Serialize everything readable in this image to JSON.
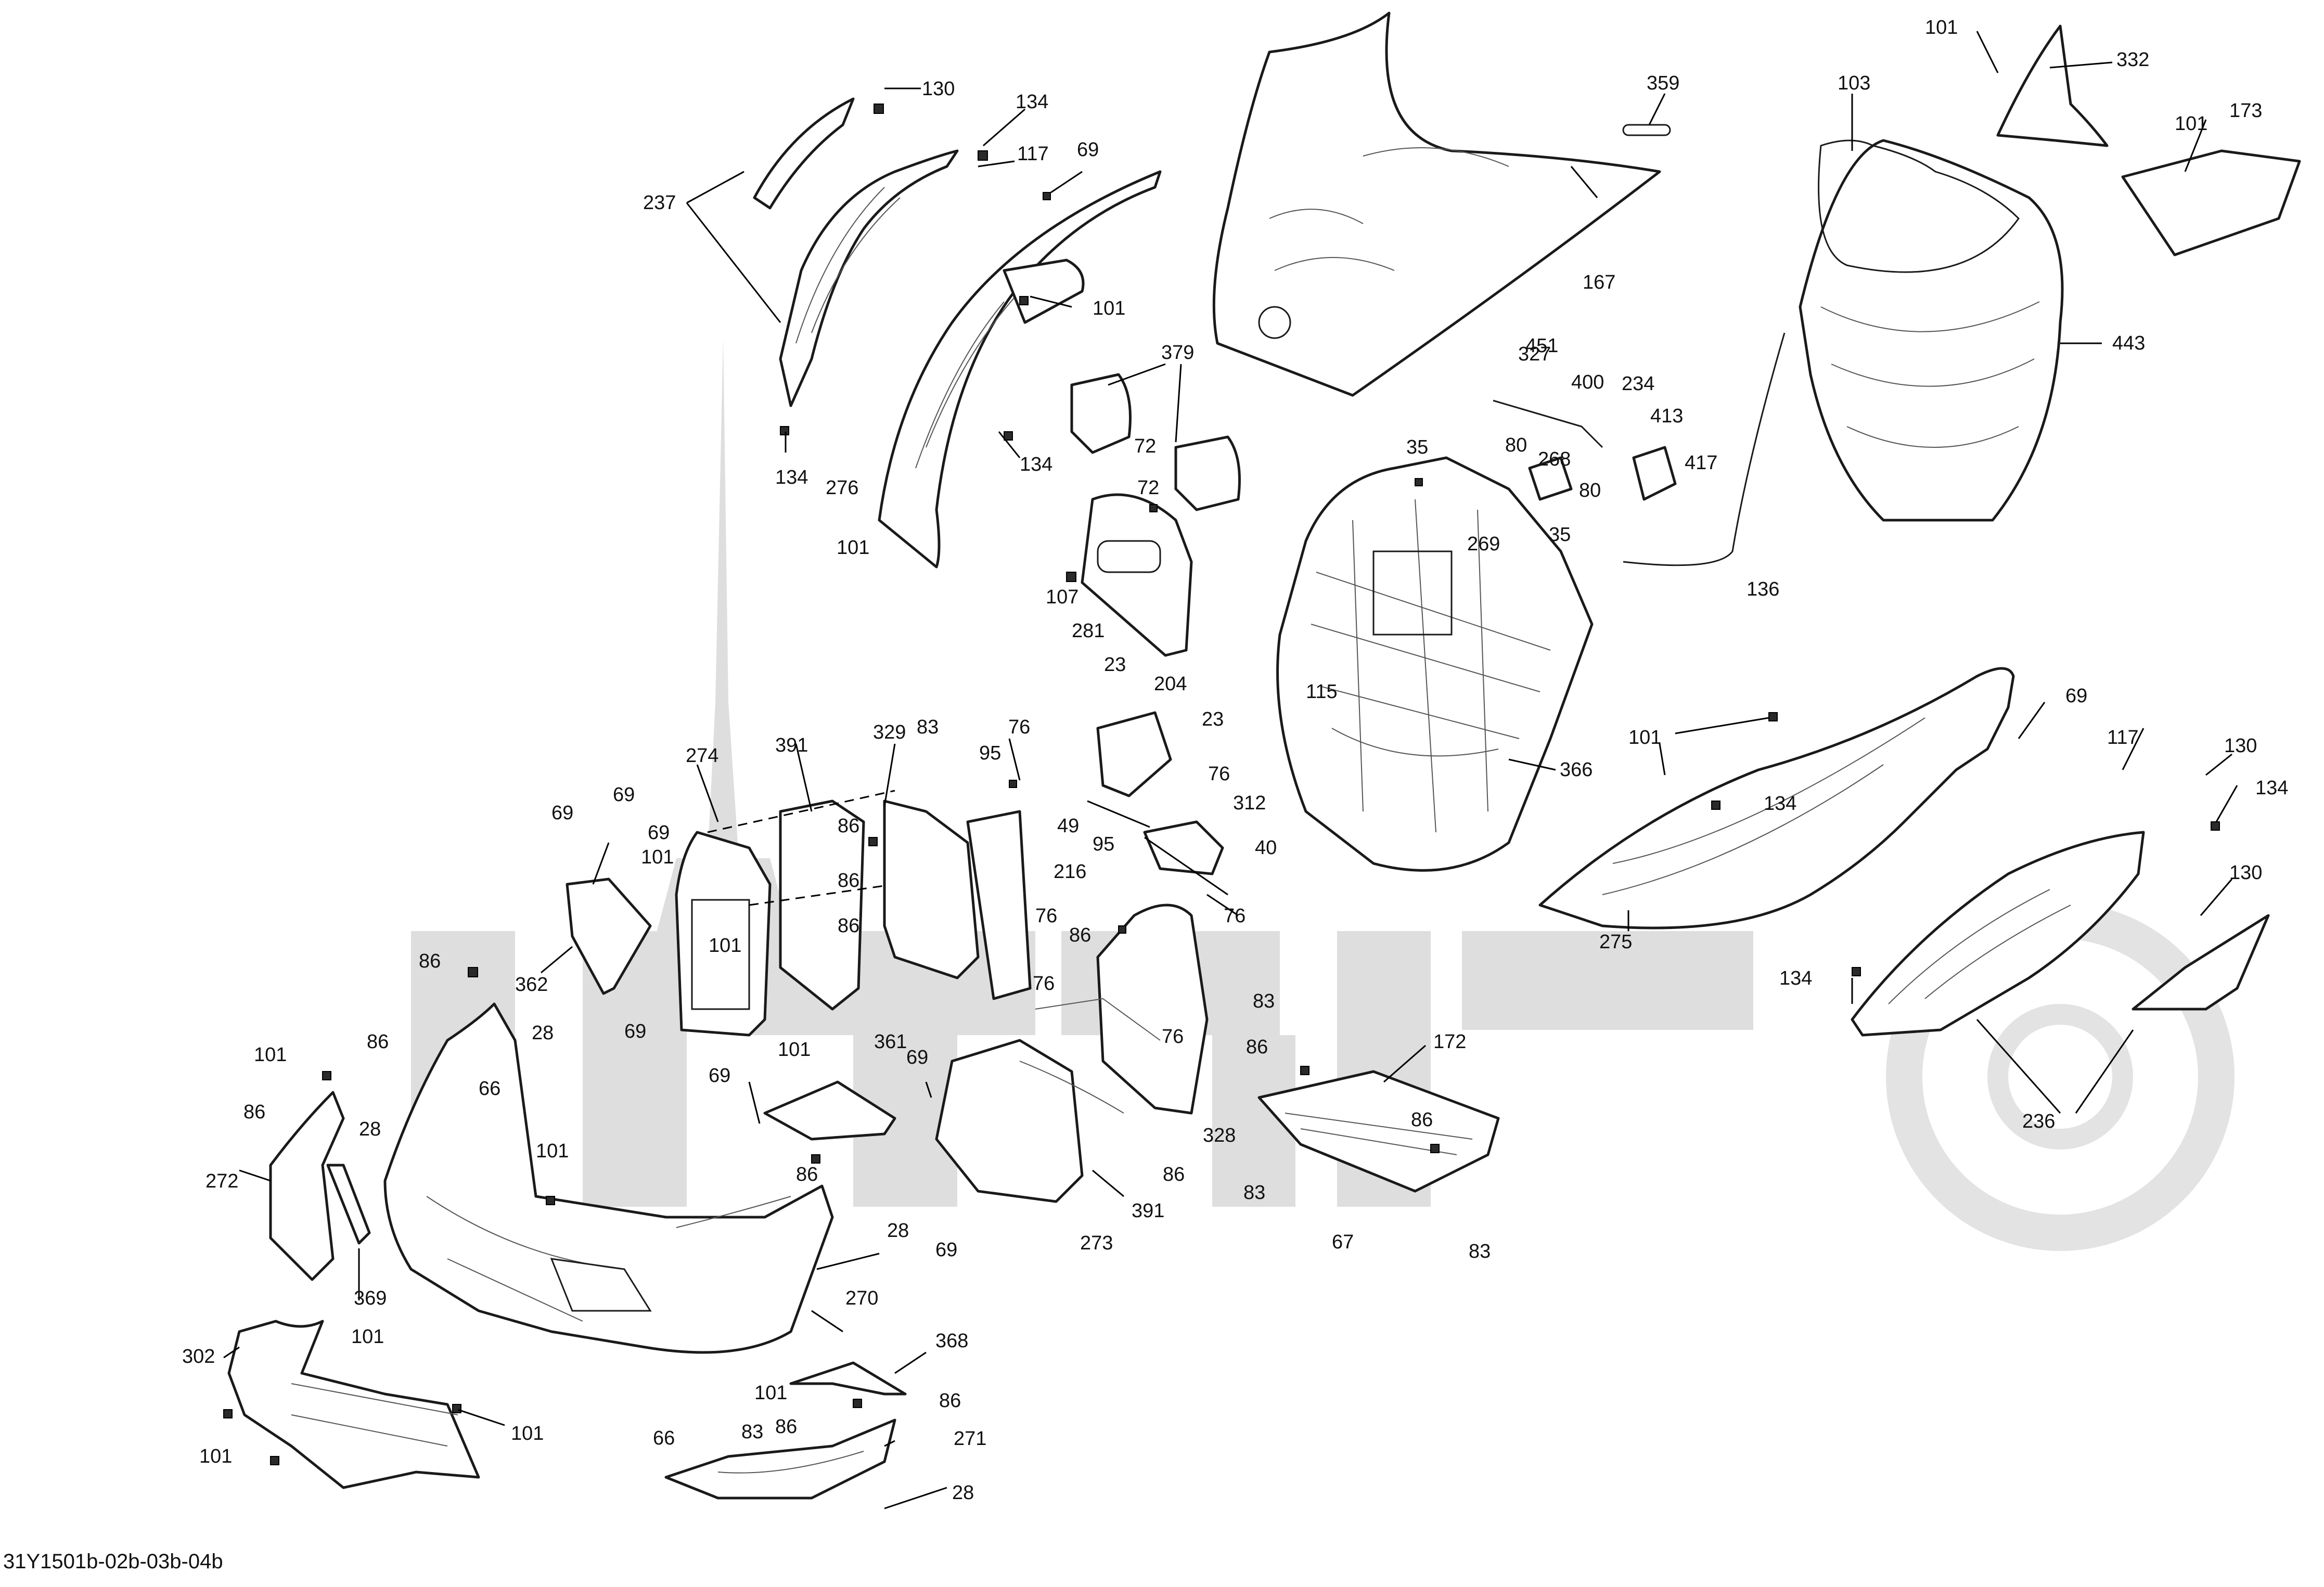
{
  "diagram_code": "31Y1501b-02b-03b-04b",
  "colors": {
    "line": "#1a1a1a",
    "watermark": "#dedede",
    "background": "#ffffff"
  },
  "callouts": [
    {
      "id": "c130a",
      "text": "130"
    },
    {
      "id": "c134a",
      "text": "134"
    },
    {
      "id": "c117a",
      "text": "117"
    },
    {
      "id": "c69a",
      "text": "69"
    },
    {
      "id": "c237",
      "text": "237"
    },
    {
      "id": "c101a",
      "text": "101"
    },
    {
      "id": "c134b",
      "text": "134"
    },
    {
      "id": "c276",
      "text": "276"
    },
    {
      "id": "c134c",
      "text": "134"
    },
    {
      "id": "c101b",
      "text": "101"
    },
    {
      "id": "c379",
      "text": "379"
    },
    {
      "id": "c72a",
      "text": "72"
    },
    {
      "id": "c72b",
      "text": "72"
    },
    {
      "id": "c107",
      "text": "107"
    },
    {
      "id": "c281",
      "text": "281"
    },
    {
      "id": "c359",
      "text": "359"
    },
    {
      "id": "c167",
      "text": "167"
    },
    {
      "id": "c101c",
      "text": "101"
    },
    {
      "id": "c332",
      "text": "332"
    },
    {
      "id": "c103",
      "text": "103"
    },
    {
      "id": "c101d",
      "text": "101"
    },
    {
      "id": "c173",
      "text": "173"
    },
    {
      "id": "c443",
      "text": "443"
    },
    {
      "id": "c327",
      "text": "327"
    },
    {
      "id": "c451",
      "text": "451"
    },
    {
      "id": "c400",
      "text": "400"
    },
    {
      "id": "c234",
      "text": "234"
    },
    {
      "id": "c35a",
      "text": "35"
    },
    {
      "id": "c413",
      "text": "413"
    },
    {
      "id": "c80a",
      "text": "80"
    },
    {
      "id": "c268",
      "text": "268"
    },
    {
      "id": "c417",
      "text": "417"
    },
    {
      "id": "c80b",
      "text": "80"
    },
    {
      "id": "c269",
      "text": "269"
    },
    {
      "id": "c35b",
      "text": "35"
    },
    {
      "id": "c136",
      "text": "136"
    },
    {
      "id": "c115",
      "text": "115"
    },
    {
      "id": "c366",
      "text": "366"
    },
    {
      "id": "c23a",
      "text": "23"
    },
    {
      "id": "c204",
      "text": "204"
    },
    {
      "id": "c23b",
      "text": "23"
    },
    {
      "id": "c76a",
      "text": "76"
    },
    {
      "id": "c312",
      "text": "312"
    },
    {
      "id": "c49",
      "text": "49"
    },
    {
      "id": "c216",
      "text": "216"
    },
    {
      "id": "c40",
      "text": "40"
    },
    {
      "id": "c76b",
      "text": "76"
    },
    {
      "id": "c69b",
      "text": "69"
    },
    {
      "id": "c101e",
      "text": "101"
    },
    {
      "id": "c117b",
      "text": "117"
    },
    {
      "id": "c130b",
      "text": "130"
    },
    {
      "id": "c134d",
      "text": "134"
    },
    {
      "id": "c134e",
      "text": "134"
    },
    {
      "id": "c130c",
      "text": "130"
    },
    {
      "id": "c134f",
      "text": "134"
    },
    {
      "id": "c275",
      "text": "275"
    },
    {
      "id": "c236",
      "text": "236"
    },
    {
      "id": "c274",
      "text": "274"
    },
    {
      "id": "c391a",
      "text": "391"
    },
    {
      "id": "c329",
      "text": "329"
    },
    {
      "id": "c83a",
      "text": "83"
    },
    {
      "id": "c76c",
      "text": "76"
    },
    {
      "id": "c95a",
      "text": "95"
    },
    {
      "id": "c69c",
      "text": "69"
    },
    {
      "id": "c69d",
      "text": "69"
    },
    {
      "id": "c69e",
      "text": "69"
    },
    {
      "id": "c101f",
      "text": "101"
    },
    {
      "id": "c86a",
      "text": "86"
    },
    {
      "id": "c86b",
      "text": "86"
    },
    {
      "id": "c101g",
      "text": "101"
    },
    {
      "id": "c362",
      "text": "362"
    },
    {
      "id": "c69f",
      "text": "69"
    },
    {
      "id": "c86c",
      "text": "86"
    },
    {
      "id": "c95b",
      "text": "95"
    },
    {
      "id": "c76d",
      "text": "76"
    },
    {
      "id": "c86d",
      "text": "86"
    },
    {
      "id": "c83b",
      "text": "83"
    },
    {
      "id": "c76e",
      "text": "76"
    },
    {
      "id": "c76f",
      "text": "76"
    },
    {
      "id": "c86e",
      "text": "86"
    },
    {
      "id": "c28a",
      "text": "28"
    },
    {
      "id": "c101h",
      "text": "101"
    },
    {
      "id": "c86f",
      "text": "86"
    },
    {
      "id": "c66a",
      "text": "66"
    },
    {
      "id": "c86g",
      "text": "86"
    },
    {
      "id": "c28b",
      "text": "28"
    },
    {
      "id": "c101i",
      "text": "101"
    },
    {
      "id": "c272",
      "text": "272"
    },
    {
      "id": "c369",
      "text": "369"
    },
    {
      "id": "c101j",
      "text": "101"
    },
    {
      "id": "c361",
      "text": "361"
    },
    {
      "id": "c69g",
      "text": "69"
    },
    {
      "id": "c69h",
      "text": "69"
    },
    {
      "id": "c86h",
      "text": "86"
    },
    {
      "id": "c28c",
      "text": "28"
    },
    {
      "id": "c69i",
      "text": "69"
    },
    {
      "id": "c273",
      "text": "273"
    },
    {
      "id": "c391b",
      "text": "391"
    },
    {
      "id": "c86i",
      "text": "86"
    },
    {
      "id": "c328",
      "text": "328"
    },
    {
      "id": "c86j",
      "text": "86"
    },
    {
      "id": "c172",
      "text": "172"
    },
    {
      "id": "c86k",
      "text": "86"
    },
    {
      "id": "c83c",
      "text": "83"
    },
    {
      "id": "c67",
      "text": "67"
    },
    {
      "id": "c83d",
      "text": "83"
    },
    {
      "id": "c270",
      "text": "270"
    },
    {
      "id": "c302",
      "text": "302"
    },
    {
      "id": "c101k",
      "text": "101"
    },
    {
      "id": "c101l",
      "text": "101"
    },
    {
      "id": "c101m",
      "text": "101"
    },
    {
      "id": "c368",
      "text": "368"
    },
    {
      "id": "c101n",
      "text": "101"
    },
    {
      "id": "c86l",
      "text": "86"
    },
    {
      "id": "c83e",
      "text": "83"
    },
    {
      "id": "c86m",
      "text": "86"
    },
    {
      "id": "c66b",
      "text": "66"
    },
    {
      "id": "c271",
      "text": "271"
    },
    {
      "id": "c28d",
      "text": "28"
    }
  ]
}
